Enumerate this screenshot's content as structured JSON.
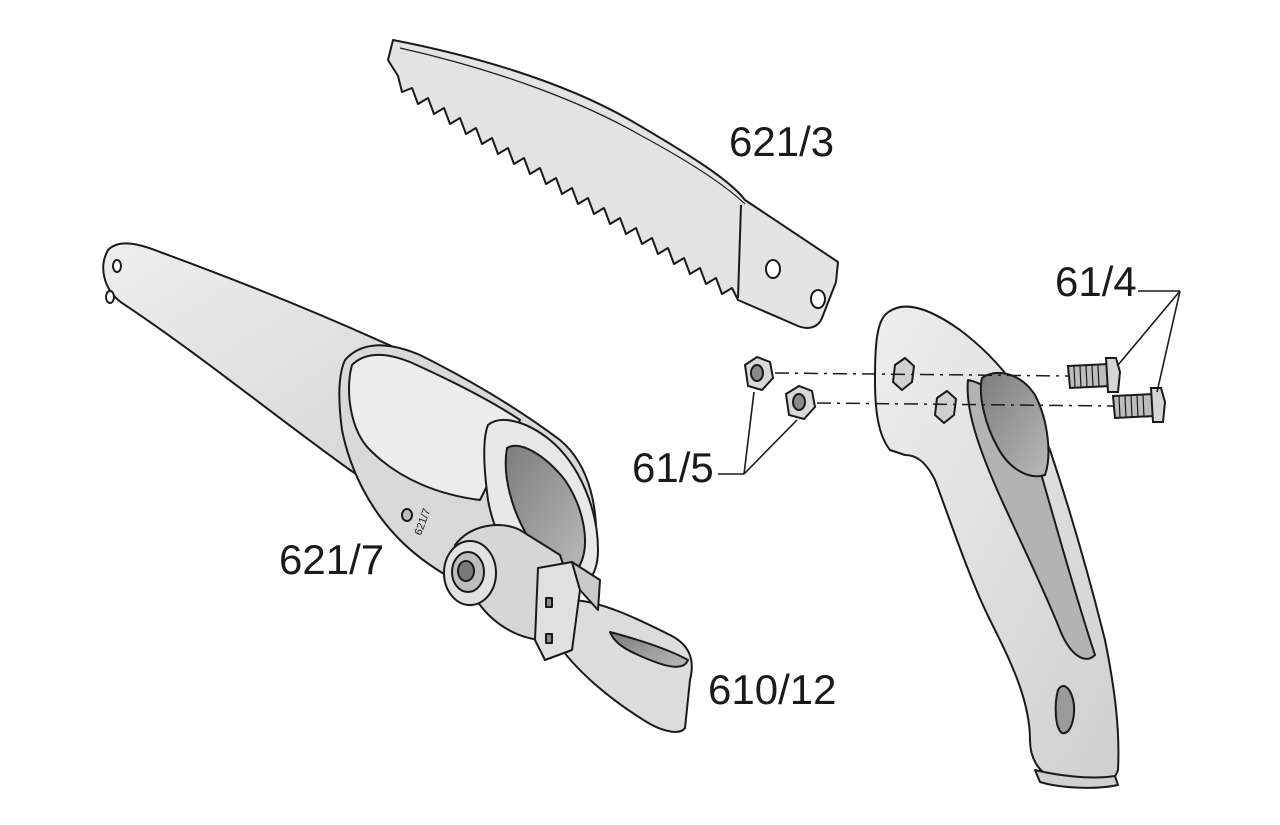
{
  "labels": {
    "blade": "621/3",
    "sheath": "621/7",
    "strap": "610/12",
    "screws": "61/4",
    "nuts": "61/5"
  },
  "sheath_marking": "621/7",
  "colors": {
    "outline": "#1a1a1a",
    "body_fill": "#dcdcdc",
    "body_light": "#ebebeb",
    "body_dark": "#a9a9a9",
    "shadow": "#8e8e8e"
  }
}
